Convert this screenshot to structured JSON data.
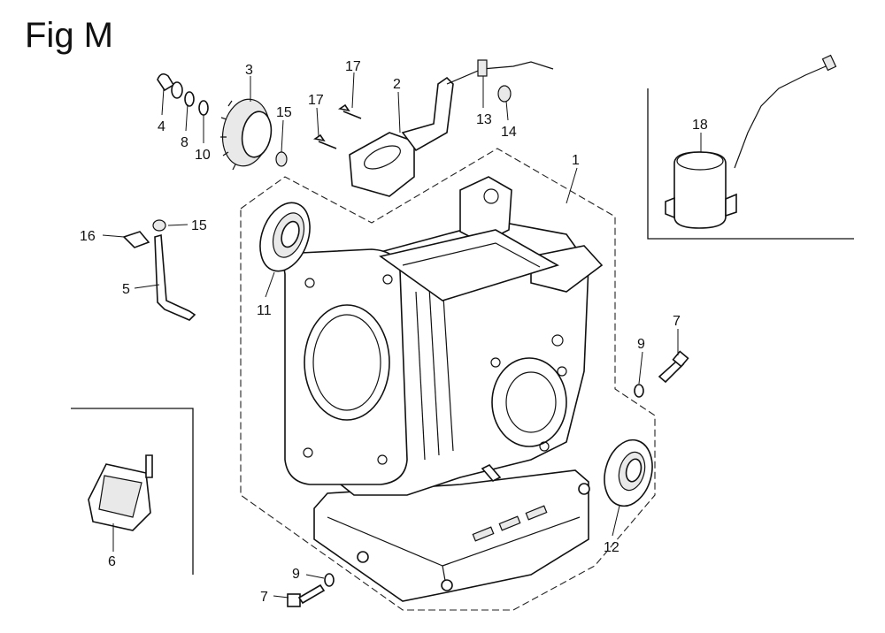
{
  "figure": {
    "title": "Fig M"
  },
  "callouts": {
    "c1": "1",
    "c2": "2",
    "c3": "3",
    "c4": "4",
    "c5": "5",
    "c6": "6",
    "c7a": "7",
    "c7b": "7",
    "c8": "8",
    "c9a": "9",
    "c9b": "9",
    "c10": "10",
    "c11": "11",
    "c12": "12",
    "c13": "13",
    "c14": "14",
    "c15a": "15",
    "c15b": "15",
    "c16": "16",
    "c17a": "17",
    "c17b": "17",
    "c18": "18"
  }
}
